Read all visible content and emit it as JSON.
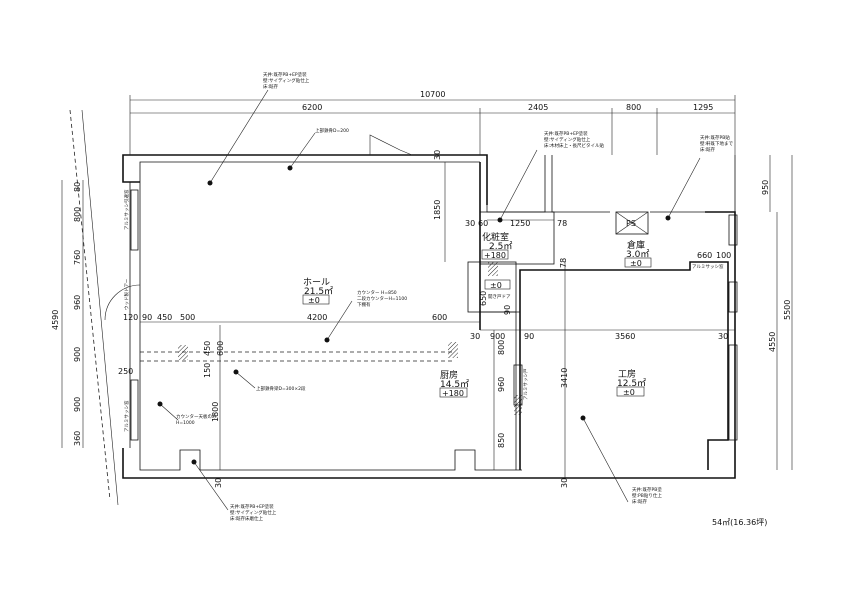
{
  "plan": {
    "total_area": "54㎡(16.36坪)",
    "dimensions": {
      "overall_width": "10700",
      "top": [
        "6200",
        "2405",
        "800",
        "1295"
      ],
      "left_total": "4590",
      "left": [
        "80",
        "800",
        "760",
        "960",
        "900",
        "900",
        "360"
      ],
      "right": [
        "950",
        "5500",
        "4550"
      ],
      "hall_row": [
        "120",
        "90",
        "450",
        "500",
        "4200",
        "600"
      ],
      "kitchen_row": [
        "30",
        "900",
        "90",
        "3560",
        "30"
      ],
      "misc": [
        "1850",
        "30",
        "30",
        "60",
        "1250",
        "78",
        "78",
        "660",
        "100",
        "650",
        "90",
        "450",
        "600",
        "150",
        "1800",
        "250",
        "800",
        "960",
        "850",
        "3410",
        "30",
        "30"
      ]
    },
    "rooms": [
      {
        "name": "ホール",
        "area": "21.5㎡",
        "level": "±0"
      },
      {
        "name": "化粧室",
        "area": "2.5㎡",
        "level": "+180"
      },
      {
        "name": "倉庫",
        "area": "3.0㎡",
        "level": "±0"
      },
      {
        "name": "厨房",
        "area": "14.5㎡",
        "level": "+180"
      },
      {
        "name": "工房",
        "area": "12.5㎡",
        "level": "±0"
      },
      {
        "name": "",
        "area": "",
        "level": "±0"
      }
    ],
    "notes": {
      "hall_finish": [
        "天井:既存PB+EP塗装",
        "壁:サイディング貼仕上",
        "床:既存"
      ],
      "top_beam": "上部鉄骨D=200",
      "wc_finish": [
        "天井:既存PB+EP塗装",
        "壁:サイディング貼仕上",
        "床:木材床上・長尺ビタイル貼"
      ],
      "storage_finish": [
        "天井:既存PB貼",
        "壁:軒既下地まで",
        "床:既存"
      ],
      "counter": [
        "カウンター H=850",
        "二段カウンターH=1100",
        "下棚有"
      ],
      "beam2": "上部鉄骨梁D=300×2段",
      "shelf": [
        "カウンター天板のみ",
        "H=1000"
      ],
      "bottom_finish": [
        "天井:既存PB+EP塗装",
        "壁:サイディング貼仕上",
        "床:既存床磨仕上"
      ],
      "workshop_finish": [
        "天井:既存PB塗",
        "壁:PB貼り仕上",
        "床:既存"
      ],
      "sliding_door1": "アルミサッシ引違窓",
      "sliding_door2": "ウッド製ドアー",
      "folding_door": "開き戸ドア",
      "ps": "PS",
      "alum_sash": "アルミサッシ窓",
      "side_window": "アルミサッシ窓",
      "door_note": "アルミサッシ戸"
    }
  }
}
